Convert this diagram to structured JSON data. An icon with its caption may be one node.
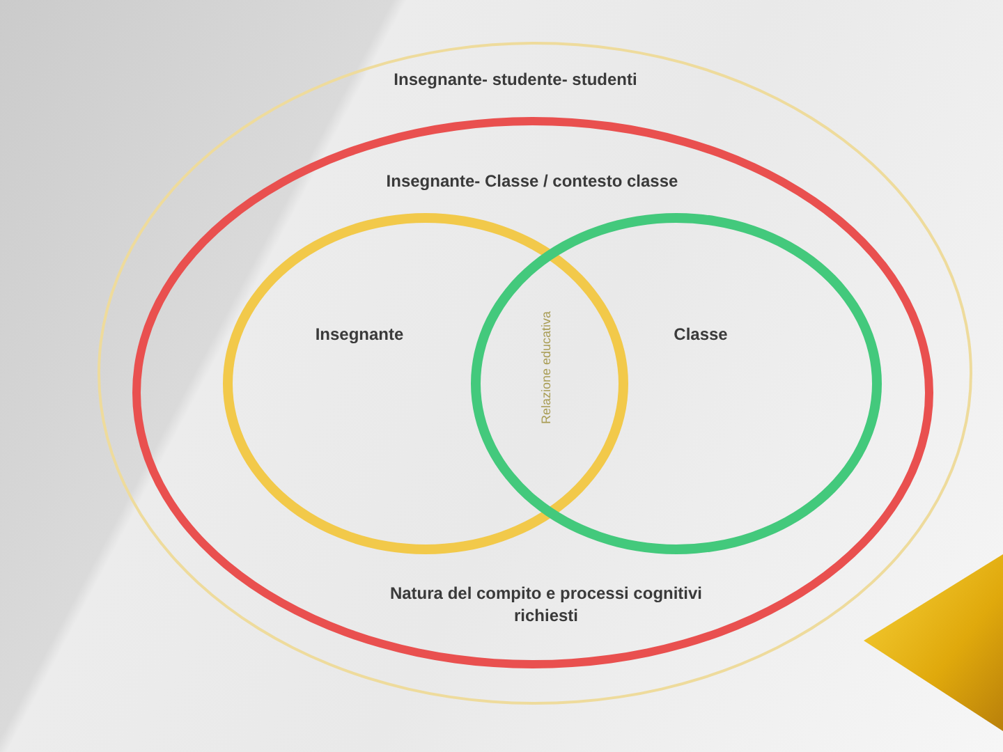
{
  "diagram": {
    "nodes": [
      {
        "text": [
          "Insegnante- studente- studenti"
        ]
      },
      {
        "text": [
          "Insegnante- Classe / contesto classe",
          "Natura del compito e processi cognitivi richiesti"
        ],
        "in": 0
      },
      {
        "text": [
          "Insegnante"
        ],
        "in": 1
      },
      {
        "text": [
          "Classe"
        ],
        "in": 1
      }
    ],
    "labels": [
      "Relazione educativa"
    ]
  }
}
